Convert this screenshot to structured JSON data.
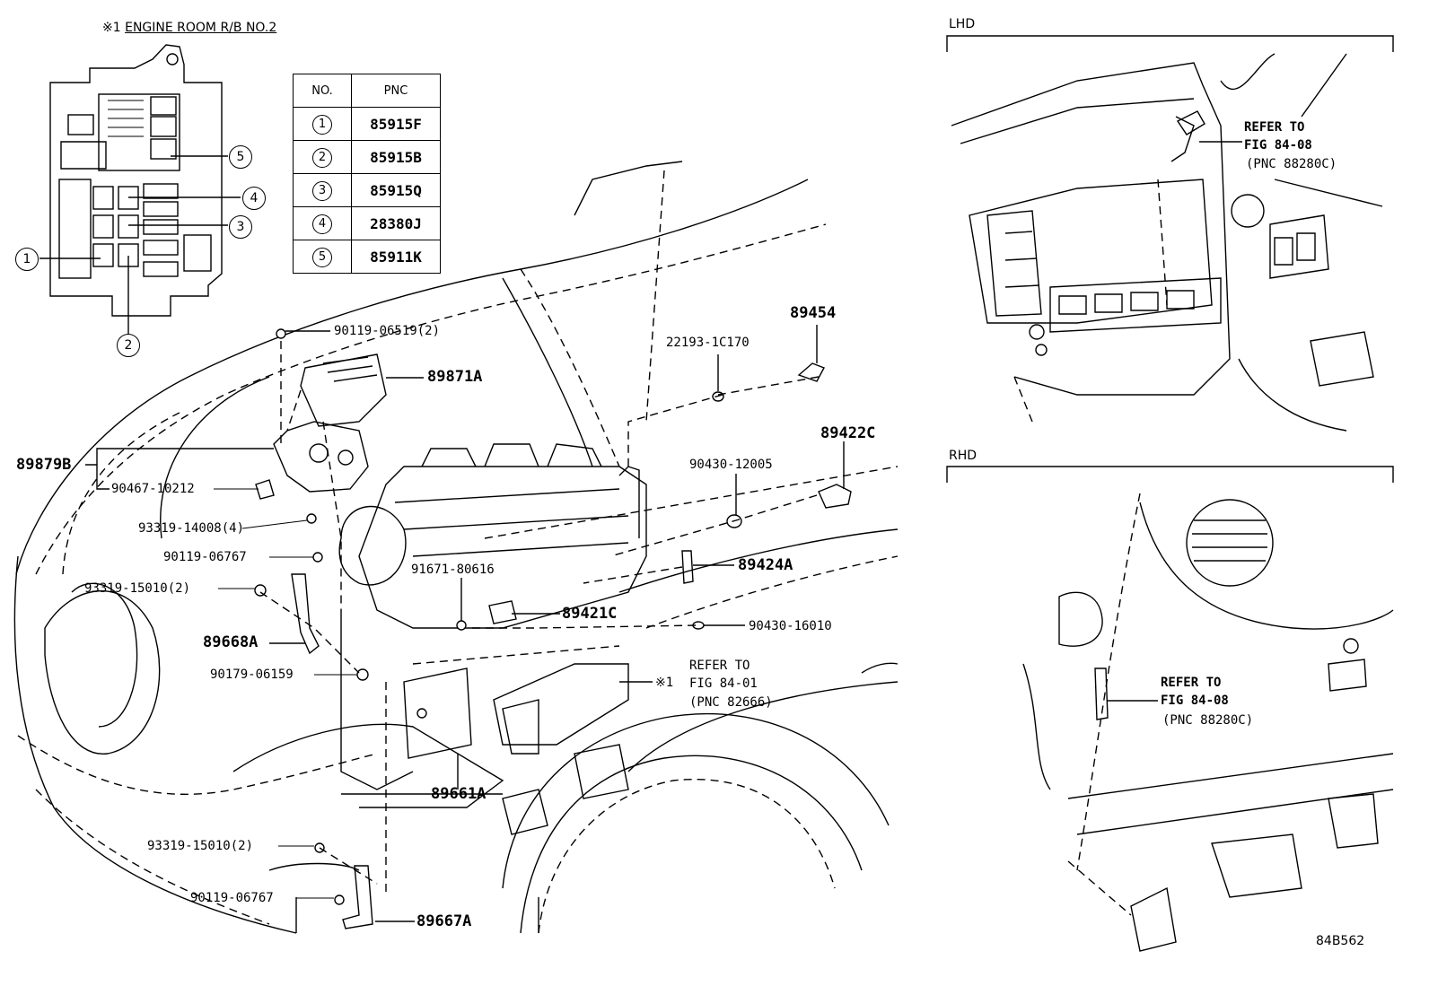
{
  "relay_box": {
    "title_mark": "※1",
    "title": "ENGINE ROOM R/B NO.2",
    "callouts": [
      "1",
      "2",
      "3",
      "4",
      "5"
    ]
  },
  "pnc_table": {
    "headers": [
      "NO.",
      "PNC"
    ],
    "rows": [
      {
        "no": "1",
        "pnc": "85915F"
      },
      {
        "no": "2",
        "pnc": "85915B"
      },
      {
        "no": "3",
        "pnc": "85915Q"
      },
      {
        "no": "4",
        "pnc": "28380J"
      },
      {
        "no": "5",
        "pnc": "85911K"
      }
    ]
  },
  "main_labels": {
    "p90119_06519": "90119-06519(2)",
    "p89871A": "89871A",
    "p89879B": "89879B",
    "p90467_10212": "90467-10212",
    "p93319_14008": "93319-14008(4)",
    "p90119_06767a": "90119-06767",
    "p93319_15010a": "93319-15010(2)",
    "p89668A": "89668A",
    "p90179_06159": "90179-06159",
    "p91671_80616": "91671-80616",
    "p89421C": "89421C",
    "p89661A": "89661A",
    "p93319_15010b": "93319-15010(2)",
    "p90119_06767b": "90119-06767",
    "p89667A": "89667A",
    "p89454": "89454",
    "p22193_1C170": "22193-1C170",
    "p89422C": "89422C",
    "p90430_12005": "90430-12005",
    "p89424A": "89424A",
    "p90430_16010": "90430-16010"
  },
  "refer_main": {
    "mark": "※1",
    "line1": "REFER TO",
    "line2": "FIG 84-01",
    "line3": "(PNC 82666)"
  },
  "lhd": {
    "title": "LHD",
    "line1": "REFER TO",
    "line2": "FIG 84-08",
    "line3": "(PNC 88280C)"
  },
  "rhd": {
    "title": "RHD",
    "line1": "REFER TO",
    "line2": "FIG 84-08",
    "line3": "(PNC 88280C)"
  },
  "figure_id": "84B562"
}
